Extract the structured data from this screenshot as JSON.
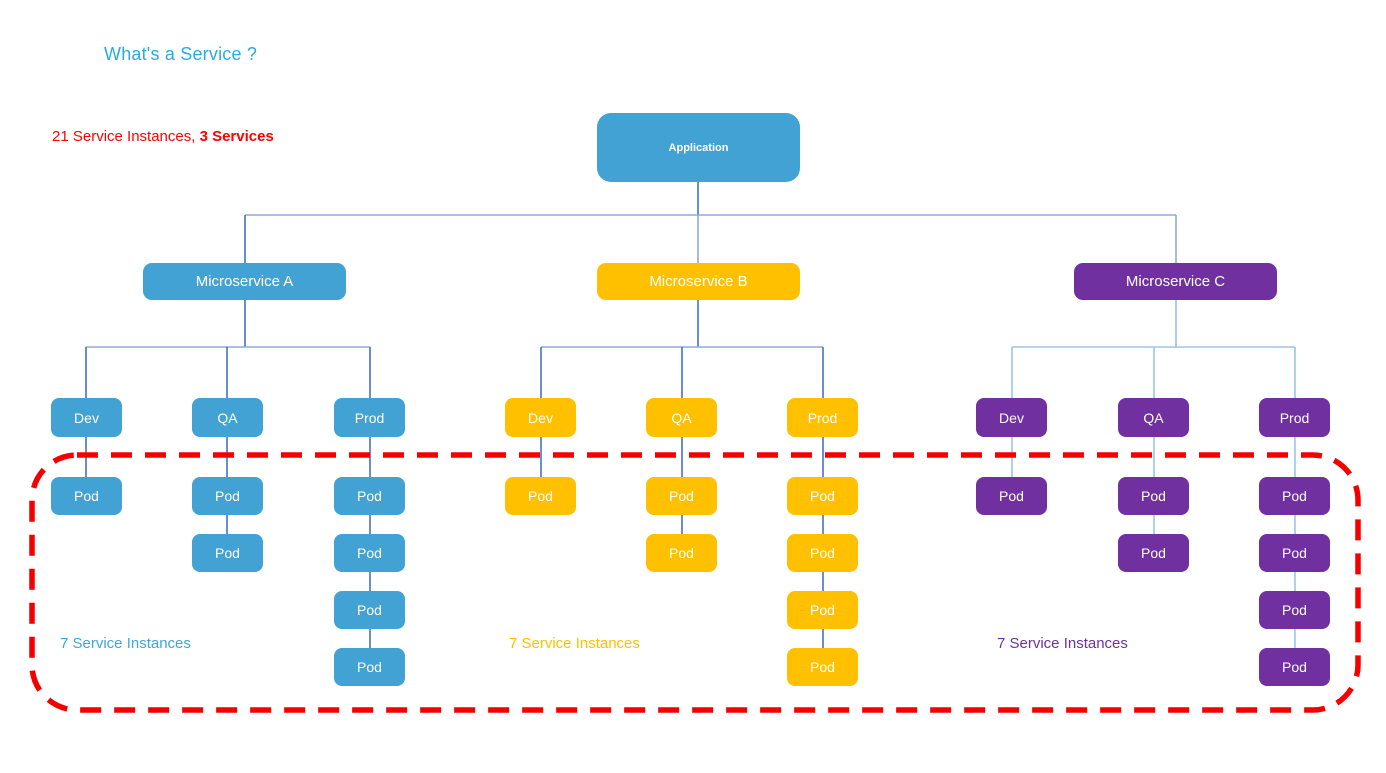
{
  "header": {
    "title": "What's a Service ?"
  },
  "stats": {
    "prefix": "21 Service Instances, ",
    "bold": "3 Services"
  },
  "application": {
    "label": "Application"
  },
  "pod_label": "Pod",
  "branches": [
    {
      "name": "Microservice A",
      "color": "#42A2D4",
      "footer": "7 Service Instances",
      "envs": [
        {
          "label": "Dev",
          "pods": 1
        },
        {
          "label": "QA",
          "pods": 2
        },
        {
          "label": "Prod",
          "pods": 4
        }
      ]
    },
    {
      "name": "Microservice B",
      "color": "#FFC000",
      "footer": "7 Service Instances",
      "envs": [
        {
          "label": "Dev",
          "pods": 1
        },
        {
          "label": "QA",
          "pods": 2
        },
        {
          "label": "Prod",
          "pods": 4
        }
      ]
    },
    {
      "name": "Microservice C",
      "color": "#7030A0",
      "footer": "7 Service Instances",
      "envs": [
        {
          "label": "Dev",
          "pods": 1
        },
        {
          "label": "QA",
          "pods": 2
        },
        {
          "label": "Prod",
          "pods": 4
        }
      ]
    }
  ],
  "colors": {
    "title": "#29ABE2",
    "highlight_red": "#FF0000",
    "branch_blue": "#42A2D4",
    "branch_yellow": "#FFC000",
    "branch_purple": "#7030A0",
    "connector_dark": "#4472C4",
    "connector_light": "#8FAADC",
    "dashed_border": "#F40000"
  }
}
